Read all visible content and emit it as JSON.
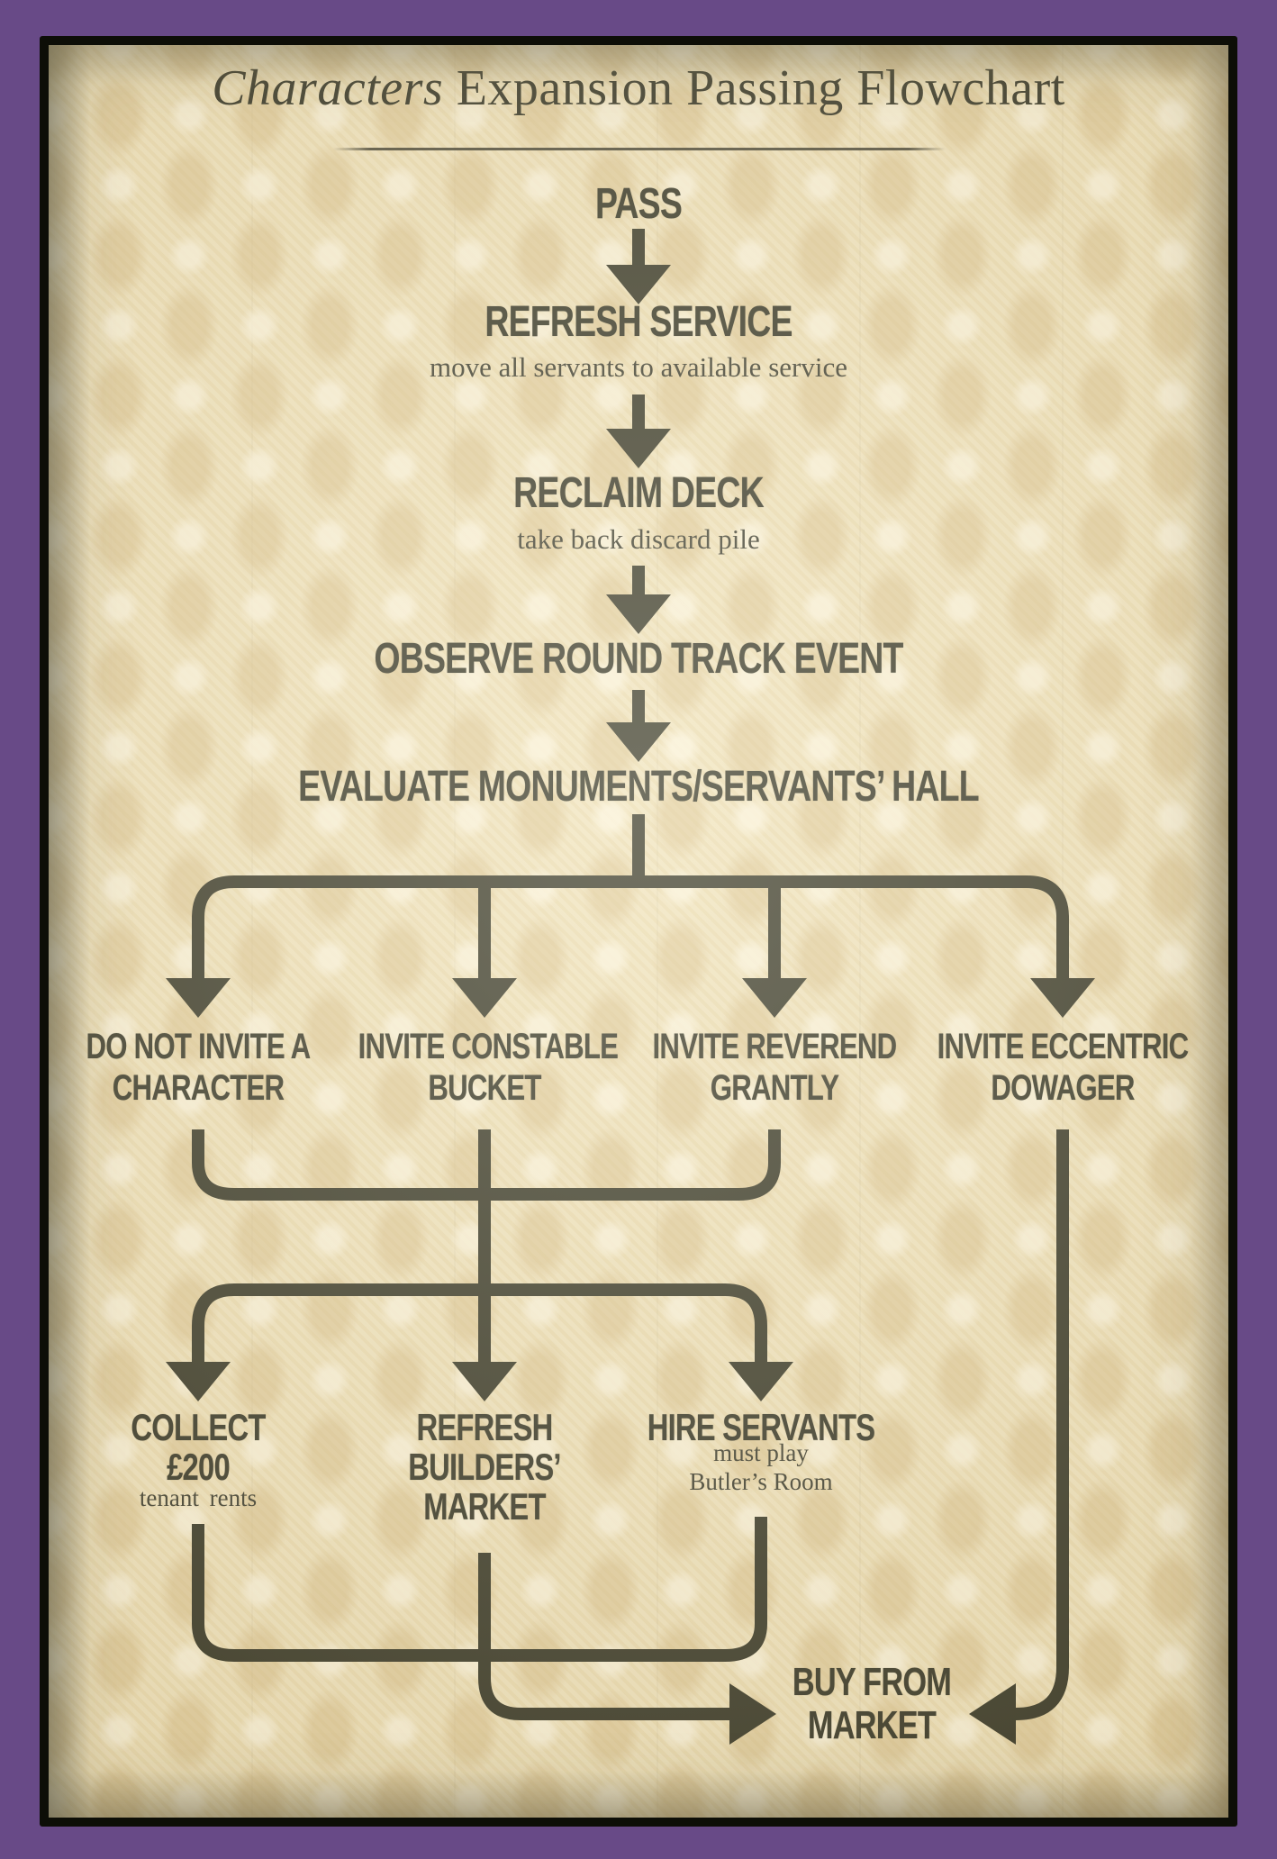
{
  "palette": {
    "purple": "#684a87",
    "ink": "#1d1f12",
    "parchment": "#ecdeb5"
  },
  "title": {
    "italic": "Characters",
    "rest": " Expansion Passing Flowchart"
  },
  "flow": {
    "pass": "PASS",
    "refresh_service": "REFRESH SERVICE",
    "refresh_service_sub": "move all servants to available service",
    "reclaim_deck": "RECLAIM DECK",
    "reclaim_deck_sub": "take back discard pile",
    "observe": "OBSERVE ROUND TRACK EVENT",
    "evaluate": "EVALUATE MONUMENTS/SERVANTS’ HALL"
  },
  "branches": [
    {
      "line1": "DO NOT INVITE A",
      "line2": "CHARACTER"
    },
    {
      "line1": "INVITE CONSTABLE",
      "line2": "BUCKET"
    },
    {
      "line1": "INVITE REVEREND",
      "line2": "GRANTLY"
    },
    {
      "line1": "INVITE ECCENTRIC",
      "line2": "DOWAGER"
    }
  ],
  "actions": [
    {
      "line1": "COLLECT",
      "line2": "£200",
      "sub1": "tenant rents"
    },
    {
      "line1": "REFRESH",
      "line2": "BUILDERS’",
      "line3": "MARKET"
    },
    {
      "line1": "HIRE SERVANTS",
      "sub1": "must play",
      "sub2": "Butler’s Room"
    }
  ],
  "terminal": {
    "line1": "BUY FROM",
    "line2": "MARKET"
  }
}
